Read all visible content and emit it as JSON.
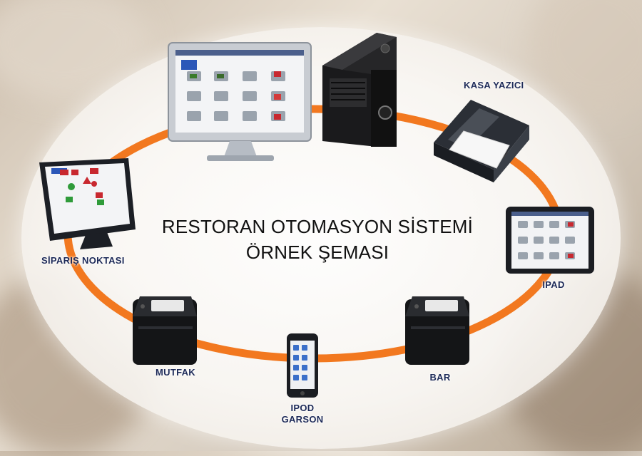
{
  "diagram": {
    "title_line1": "RESTORAN OTOMASYON SİSTEMİ",
    "title_line2": "ÖRNEK ŞEMASI",
    "nodes": {
      "kasa_yazici": "KASA YAZICI",
      "ipad": "IPAD",
      "bar": "BAR",
      "ipod_garson_line1": "IPOD",
      "ipod_garson_line2": "GARSON",
      "mutfak": "MUTFAK",
      "siparis_noktasi": "SİPARIŞ NOKTASI"
    },
    "colors": {
      "ring": "#f2781f",
      "label": "#1d2a58",
      "title": "#111111"
    }
  }
}
